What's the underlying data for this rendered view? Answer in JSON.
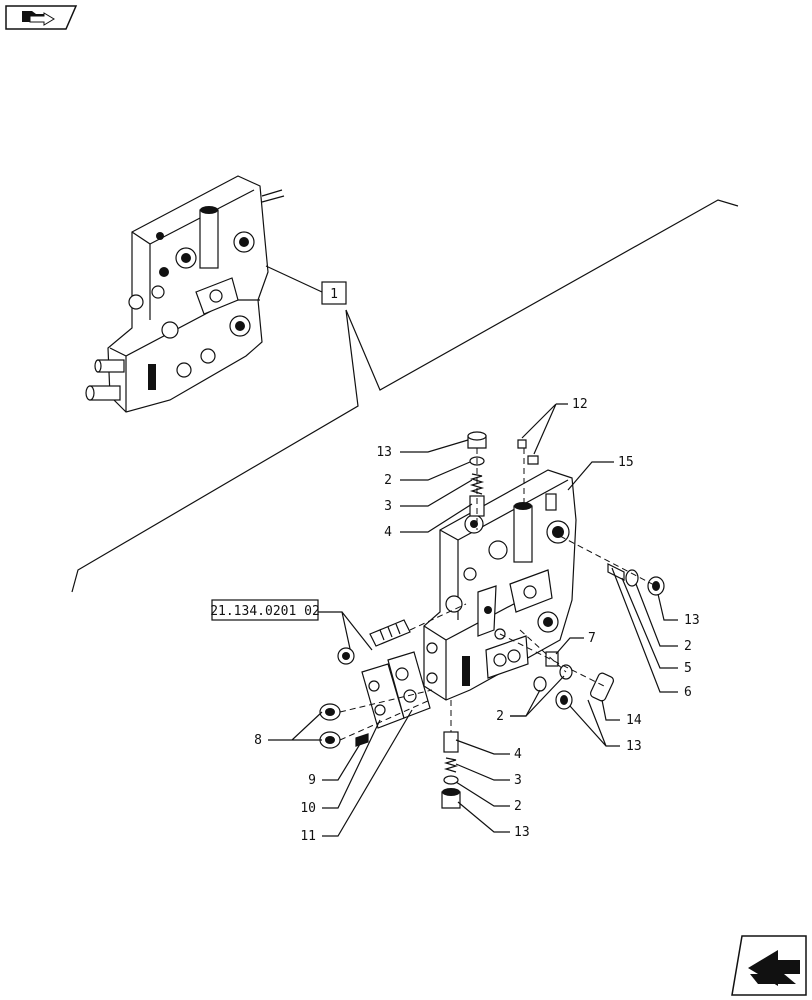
{
  "nav": {
    "prev_icon": "folder-arrow-icon",
    "next_icon": "next-page-arrow-icon"
  },
  "callouts": {
    "assembly_ref": "1",
    "cross_ref": "21.134.0201 02"
  },
  "labels": {
    "c1": "13",
    "c2": "2",
    "c3": "3",
    "c4": "4",
    "c5": "12",
    "c6": "15",
    "c7": "13",
    "c8": "2",
    "c9": "5",
    "c10": "6",
    "c11": "7",
    "c12": "2",
    "c13": "14",
    "c14": "13",
    "c15": "4",
    "c16": "3",
    "c17": "2",
    "c18": "13",
    "c19": "8",
    "c20": "9",
    "c21": "10",
    "c22": "11"
  }
}
